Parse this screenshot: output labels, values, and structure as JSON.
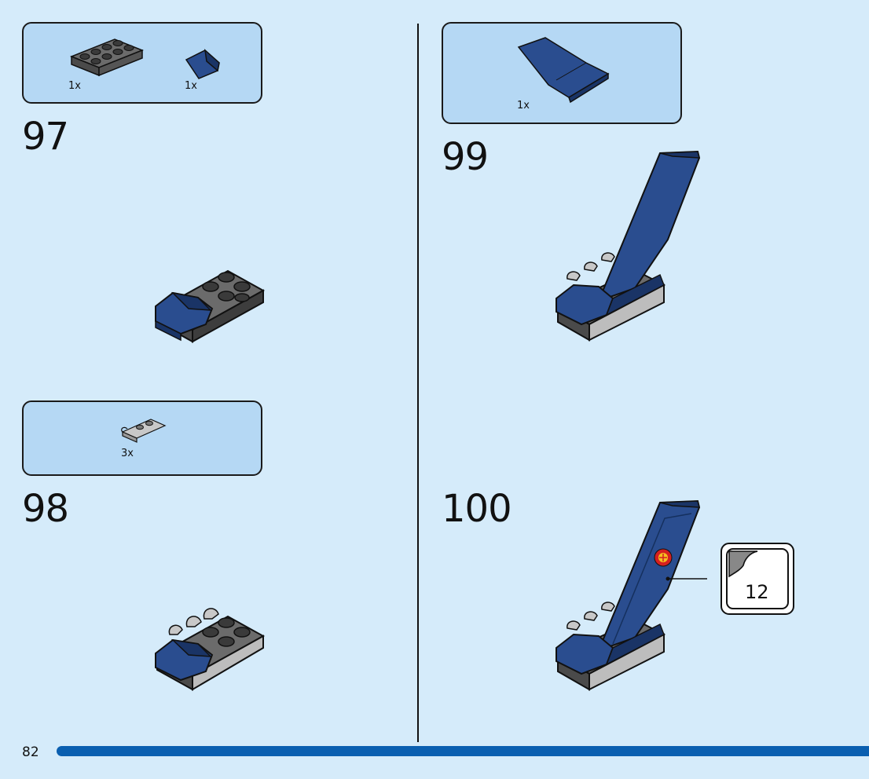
{
  "page": {
    "number": "82"
  },
  "steps": [
    {
      "id": "97",
      "number": "97",
      "parts": [
        {
          "qty": "1x",
          "name": "plate-2x4-dark-grey"
        },
        {
          "qty": "1x",
          "name": "slope-dark-blue"
        }
      ]
    },
    {
      "id": "98",
      "number": "98",
      "parts": [
        {
          "qty": "3x",
          "name": "plate-clip-light-grey"
        }
      ]
    },
    {
      "id": "99",
      "number": "99",
      "parts": [
        {
          "qty": "1x",
          "name": "wing-plate-dark-blue"
        }
      ]
    },
    {
      "id": "100",
      "number": "100",
      "parts": [],
      "sticker": {
        "number": "12"
      }
    }
  ],
  "colors": {
    "background": "#d5ebfa",
    "partbox": "#b5d8f4",
    "dark_blue": "#1f3f7a",
    "dark_grey": "#5a5a5a",
    "light_grey": "#bdbdbd",
    "progress_bar": "#0a5fb0"
  }
}
